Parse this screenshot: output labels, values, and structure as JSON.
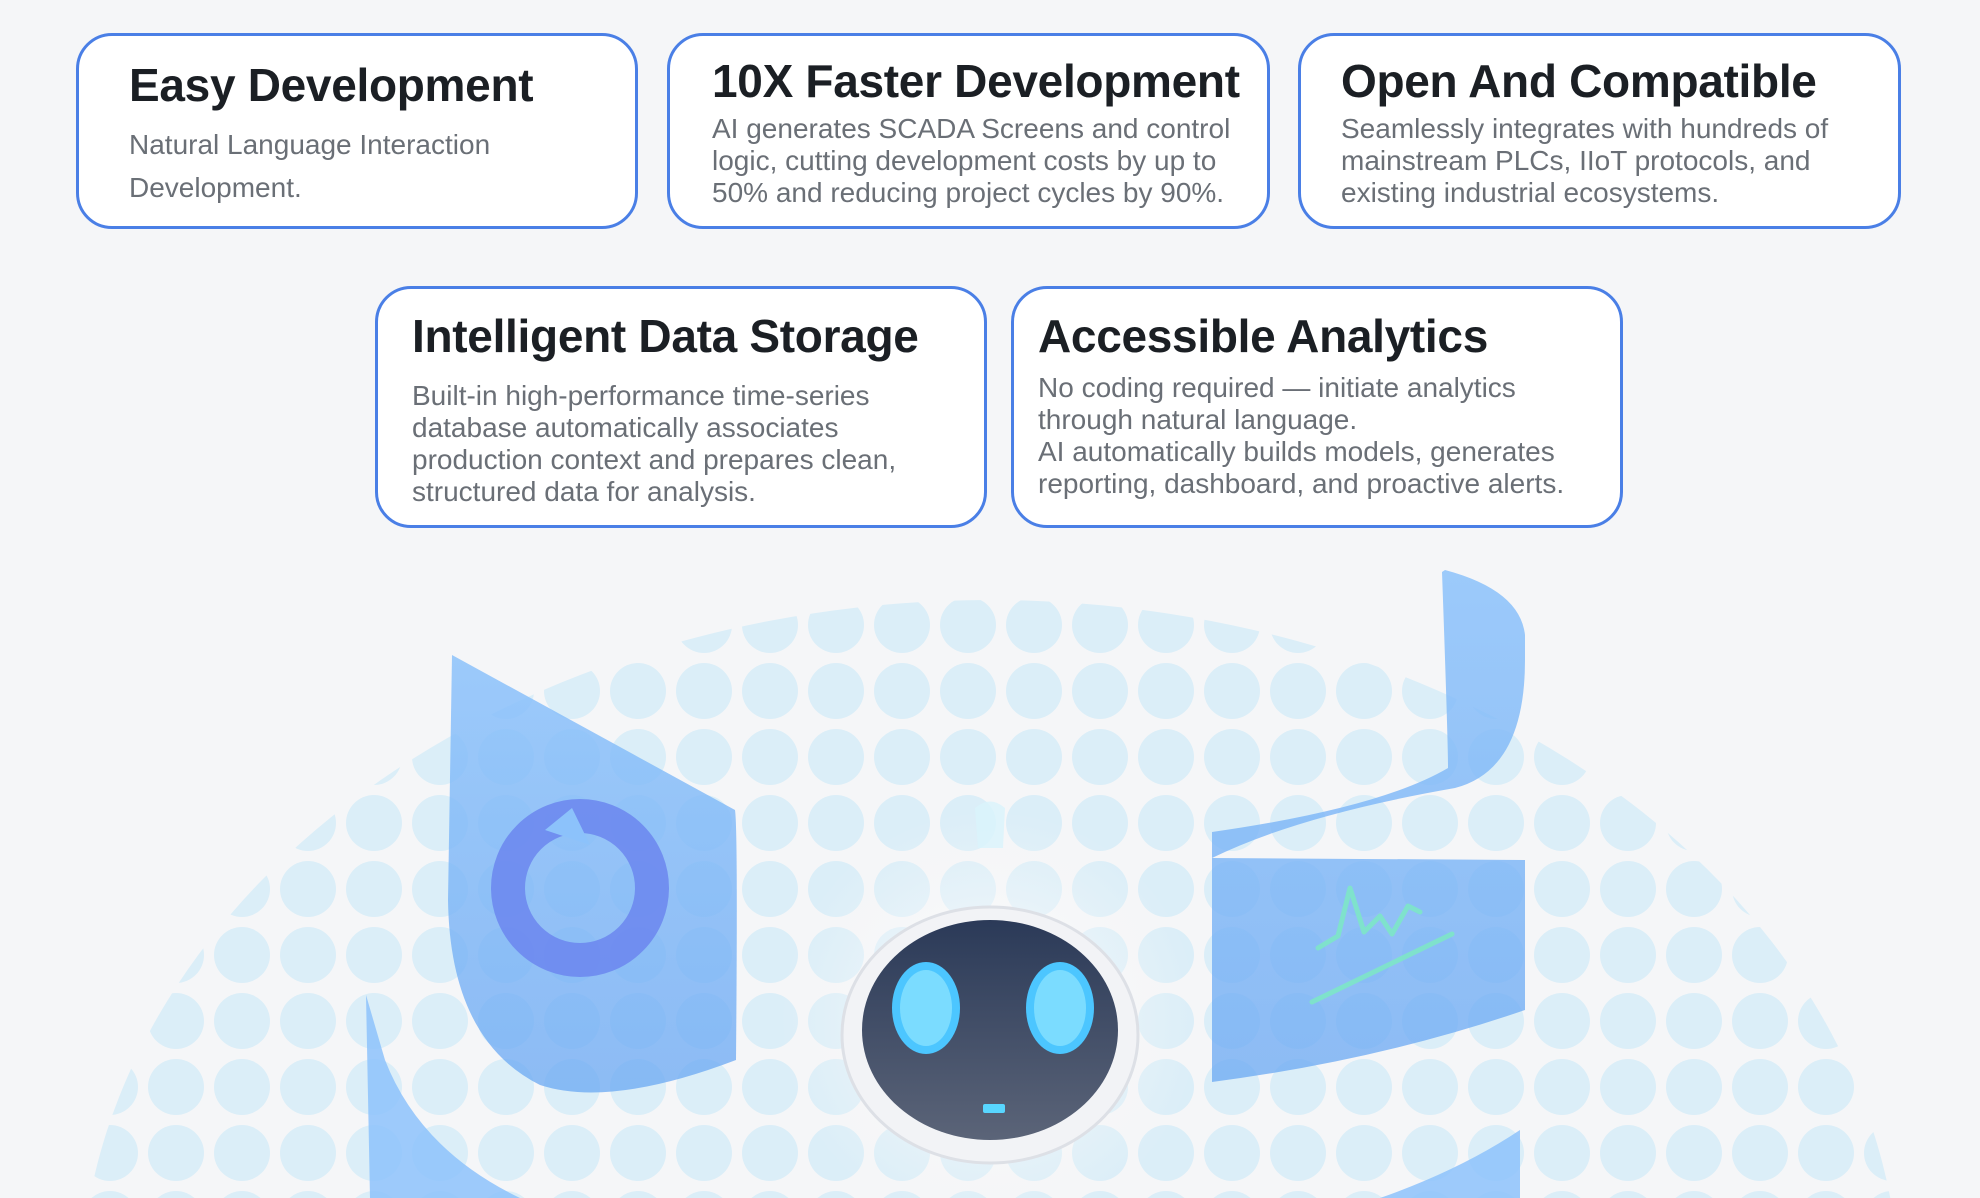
{
  "cards": [
    {
      "title": "Easy Development",
      "desc_lines": [
        "Natural Language Interaction",
        "Development."
      ]
    },
    {
      "title": "10X Faster Development",
      "desc_lines": [
        "AI generates SCADA Screens and control",
        "logic, cutting development costs by up to",
        "50% and reducing project cycles by 90%."
      ]
    },
    {
      "title": "Open And Compatible",
      "desc_lines": [
        "Seamlessly integrates with hundreds of",
        "mainstream PLCs, IIoT protocols, and",
        "existing industrial ecosystems."
      ]
    },
    {
      "title": "Intelligent Data Storage",
      "desc_lines": [
        "Built-in high-performance time-series",
        "database automatically associates",
        "production context and prepares clean,",
        "structured data for analysis."
      ]
    },
    {
      "title": "Accessible Analytics",
      "desc_lines": [
        "No coding required — initiate analytics",
        "through natural language.",
        "AI automatically builds models, generates",
        "reporting, dashboard, and proactive alerts."
      ]
    }
  ],
  "hero": {
    "icons": [
      "robot-mascot-icon",
      "gauge-icon",
      "line-chart-icon"
    ]
  },
  "colors": {
    "card_border": "#4a7fe6",
    "page_background": "#f5f6f8",
    "title_text": "#1b1f24",
    "body_text": "#6a6f76",
    "accent_blue": "#79b6f5",
    "robot_eye": "#4cc6ff"
  }
}
